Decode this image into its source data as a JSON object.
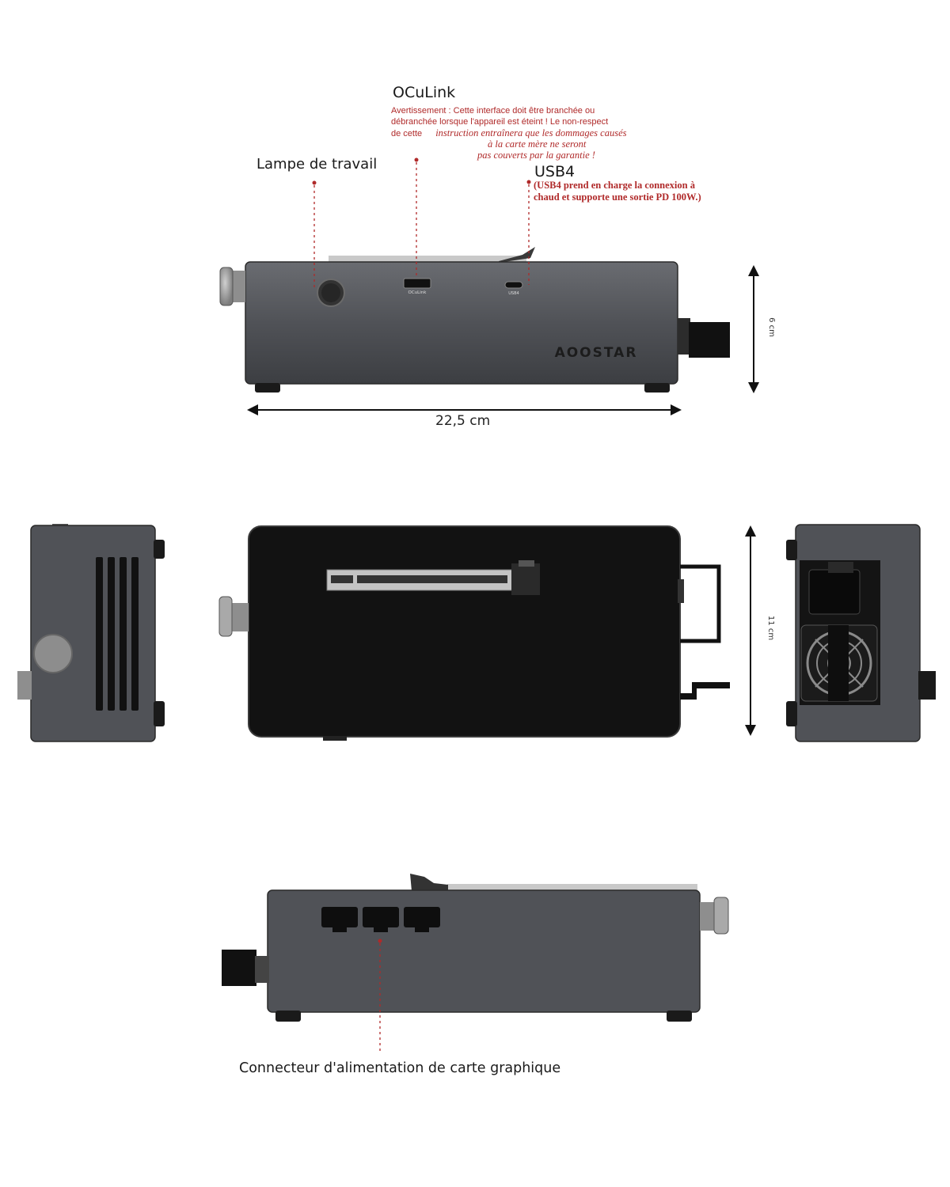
{
  "labels": {
    "oculink_title": "OCuLink",
    "oculink_warning_line1": "Avertissement : Cette interface doit être branchée ou",
    "oculink_warning_line2": "débranchée lorsque l'appareil est éteint ! Le non-respect",
    "oculink_warning_line3a": "de cette",
    "oculink_warning_line3b": "instruction entraînera que les dommages causés",
    "oculink_warning_line4": "à la carte mère ne seront",
    "oculink_warning_line5": "pas couverts par la garantie !",
    "usb4_title": "USB4",
    "usb4_note_line1": "(USB4 prend en charge la connexion à",
    "usb4_note_line2": "chaud et supporte une sortie PD 100W.)",
    "work_lamp": "Lampe de travail",
    "gpu_power": "Connecteur d'alimentation de carte graphique"
  },
  "device": {
    "brand": "AOOSTAR",
    "port_oculink": "OCuLink",
    "port_usb4": "USB4"
  },
  "dimensions": {
    "width": "22,5 cm",
    "height": "6 cm",
    "depth": "11 cm"
  },
  "colors": {
    "accent_red": "#b02a2a",
    "chassis": "#505257",
    "panel_black": "#121212"
  }
}
